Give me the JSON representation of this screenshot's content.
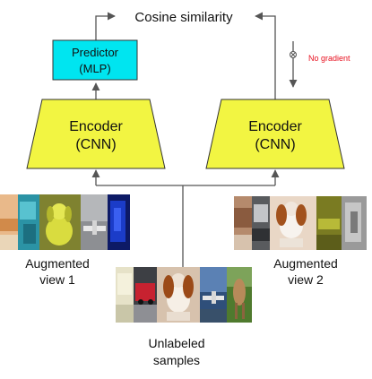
{
  "title": "Cosine similarity",
  "predictor": {
    "line1": "Predictor",
    "line2": "(MLP)",
    "fill": "#00e5f0"
  },
  "encoders": [
    {
      "line1": "Encoder",
      "line2": "(CNN)",
      "fill": "#f2f542"
    },
    {
      "line1": "Encoder",
      "line2": "(CNN)",
      "fill": "#f2f542"
    }
  ],
  "stop_gradient": {
    "label": "No gradient",
    "color": "#e8101f"
  },
  "view1": {
    "line1": "Augmented",
    "line2": "view 1",
    "thumbnails": [
      "orange-crop",
      "teal-texture",
      "yellow-dog",
      "gray-airplane",
      "blue-object"
    ]
  },
  "view2": {
    "line1": "Augmented",
    "line2": "view 2",
    "thumbnails": [
      "brown-crop",
      "gray-car",
      "spaniel-dog",
      "olive-object",
      "gray-texture"
    ]
  },
  "samples": {
    "line1": "Unlabeled",
    "line2": "samples",
    "thumbnails": [
      "pale-crop",
      "red-car",
      "spaniel-dog",
      "airplane",
      "horse"
    ]
  },
  "colors": {
    "arrow": "#555555",
    "outline": "#333333"
  }
}
